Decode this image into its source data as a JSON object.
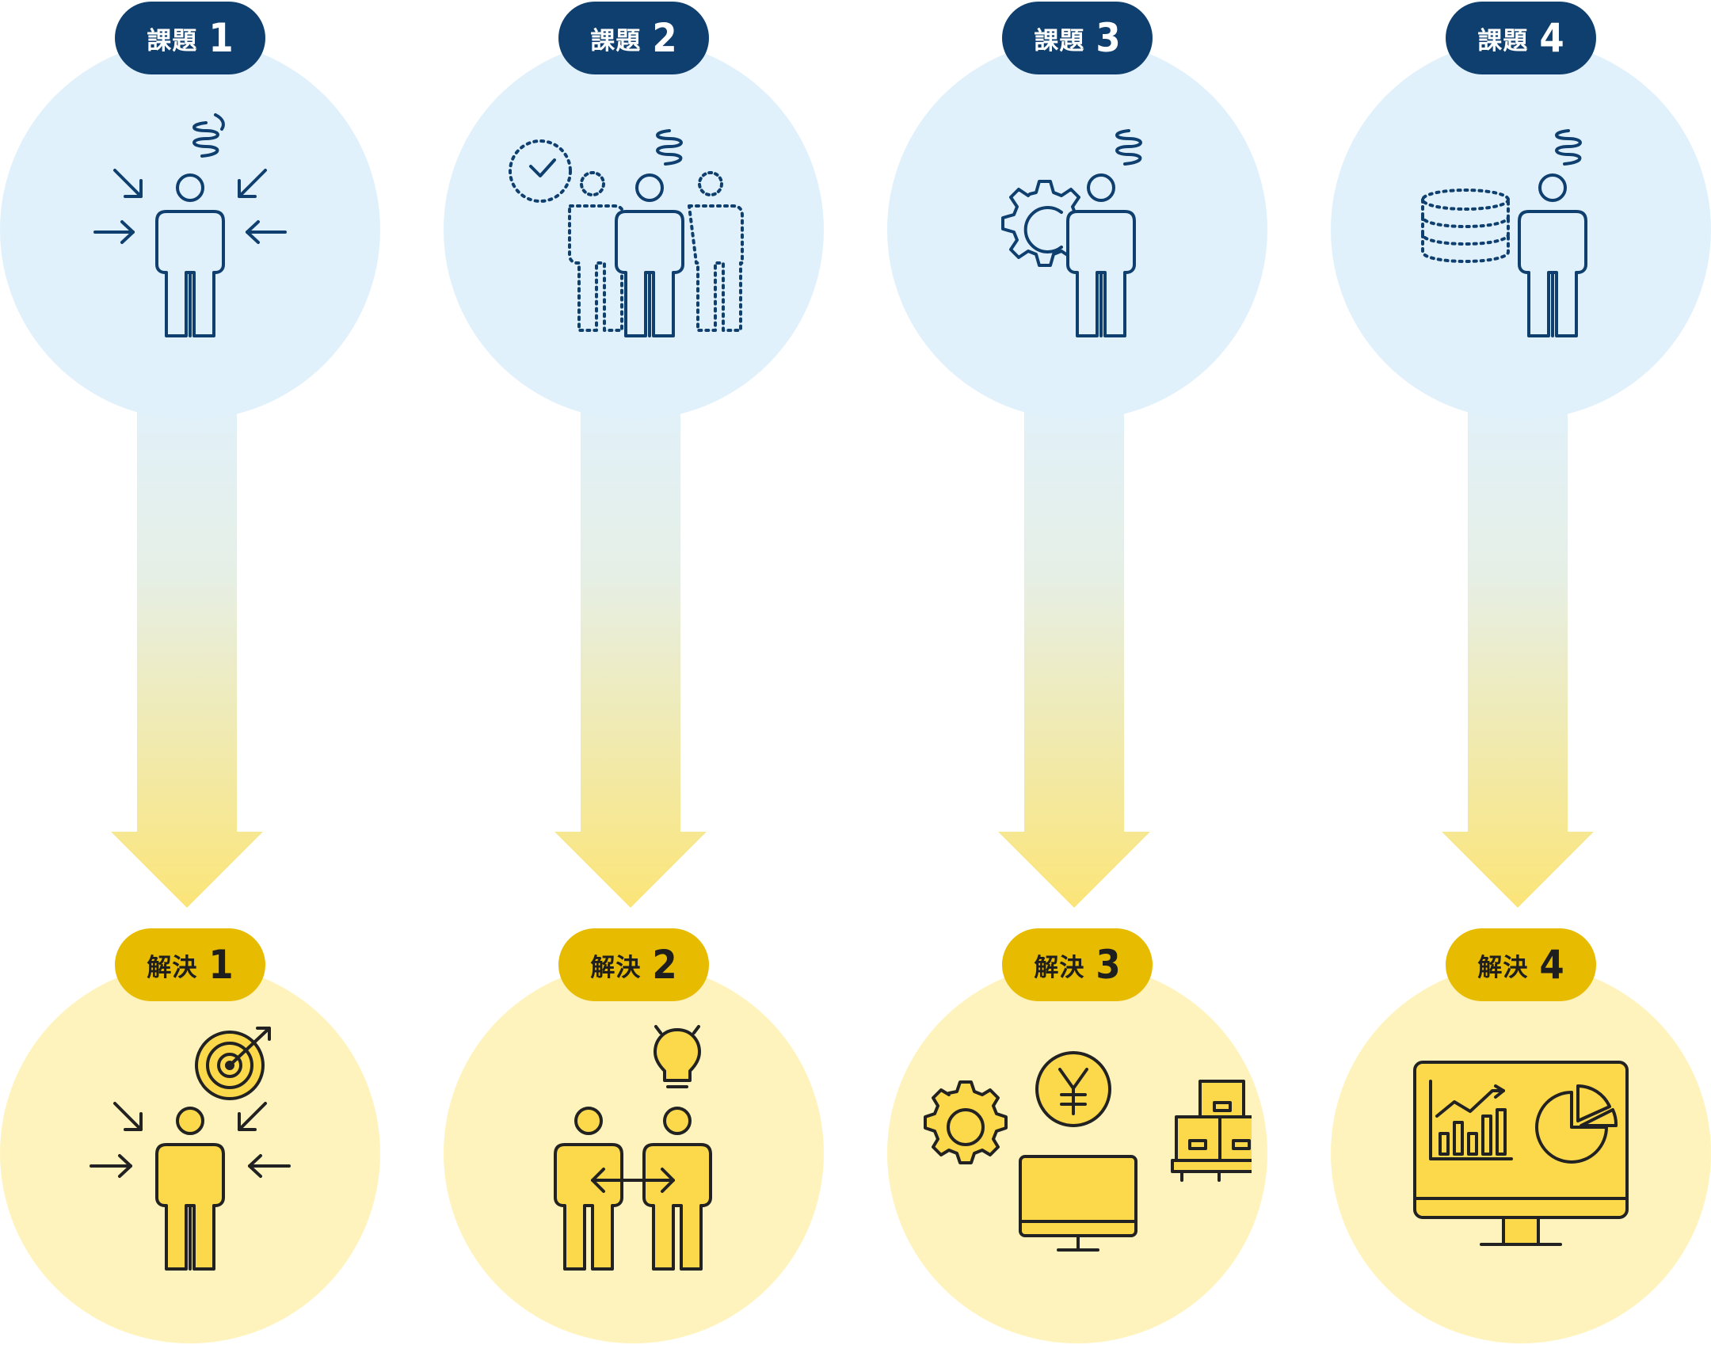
{
  "columns": [
    {
      "issue_label": "課題",
      "issue_num": "1",
      "solution_label": "解決",
      "solution_num": "1",
      "issue_icon": "stressed-person-icon",
      "solution_icon": "focused-person-target-icon"
    },
    {
      "issue_label": "課題",
      "issue_num": "2",
      "solution_label": "解決",
      "solution_num": "2",
      "issue_icon": "overworked-team-clock-icon",
      "solution_icon": "collaboration-idea-icon"
    },
    {
      "issue_label": "課題",
      "issue_num": "3",
      "solution_label": "解決",
      "solution_num": "3",
      "issue_icon": "person-gear-icon",
      "solution_icon": "computer-cost-inventory-icon"
    },
    {
      "issue_label": "課題",
      "issue_num": "4",
      "solution_label": "解決",
      "solution_num": "4",
      "issue_icon": "person-database-icon",
      "solution_icon": "analytics-monitor-icon"
    }
  ],
  "colors": {
    "issue_circle": "#e1f1fb",
    "solution_circle": "#fff3bd",
    "issue_pill": "#0e3f6e",
    "solution_pill": "#e7bb00",
    "arrow_top": "#e1f1fb",
    "arrow_bottom": "#fbe57a",
    "issue_stroke": "#0e3f6e",
    "solution_fill": "#fcd94a",
    "solution_stroke": "#222222"
  }
}
